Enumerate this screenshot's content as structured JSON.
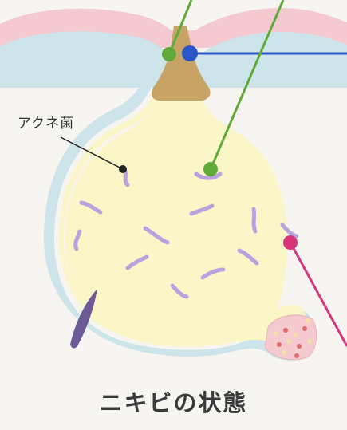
{
  "diagram": {
    "label_bacteria": "アクネ菌",
    "caption": "ニキビの状態"
  },
  "colors": {
    "skin_pink": "#f4c9cf",
    "skin_blue": "#cde4ea",
    "lumen_fill": "#fbf6c8",
    "pore_plug": "#c7a466",
    "bacteria": "#b9a2dd",
    "hair": "#6b5a96",
    "pointer_green": "#5faa38",
    "pointer_blue": "#2a56c8",
    "pointer_magenta": "#d8347c"
  },
  "icons": {
    "pointer_markers": "colored-dot-pointer",
    "bacteria_shape": "squiggle"
  }
}
